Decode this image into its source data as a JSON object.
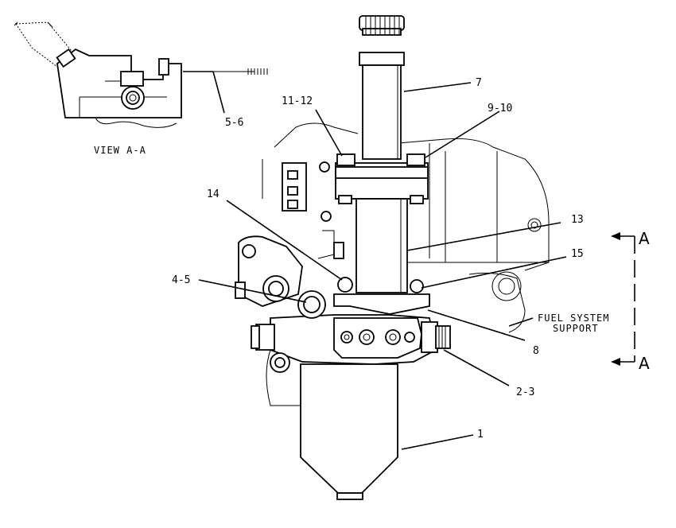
{
  "view_caption": "VIEW A-A",
  "callouts": {
    "c1": "1",
    "c2_3": "2-3",
    "c4_5": "4-5",
    "c5_6": "5-6",
    "c7": "7",
    "c8": "8",
    "c9_10": "9-10",
    "c11_12": "11-12",
    "c13": "13",
    "c14": "14",
    "c15": "15"
  },
  "note_line1": "FUEL SYSTEM",
  "note_line2": "SUPPORT",
  "section_top": "A",
  "section_bottom": "A"
}
